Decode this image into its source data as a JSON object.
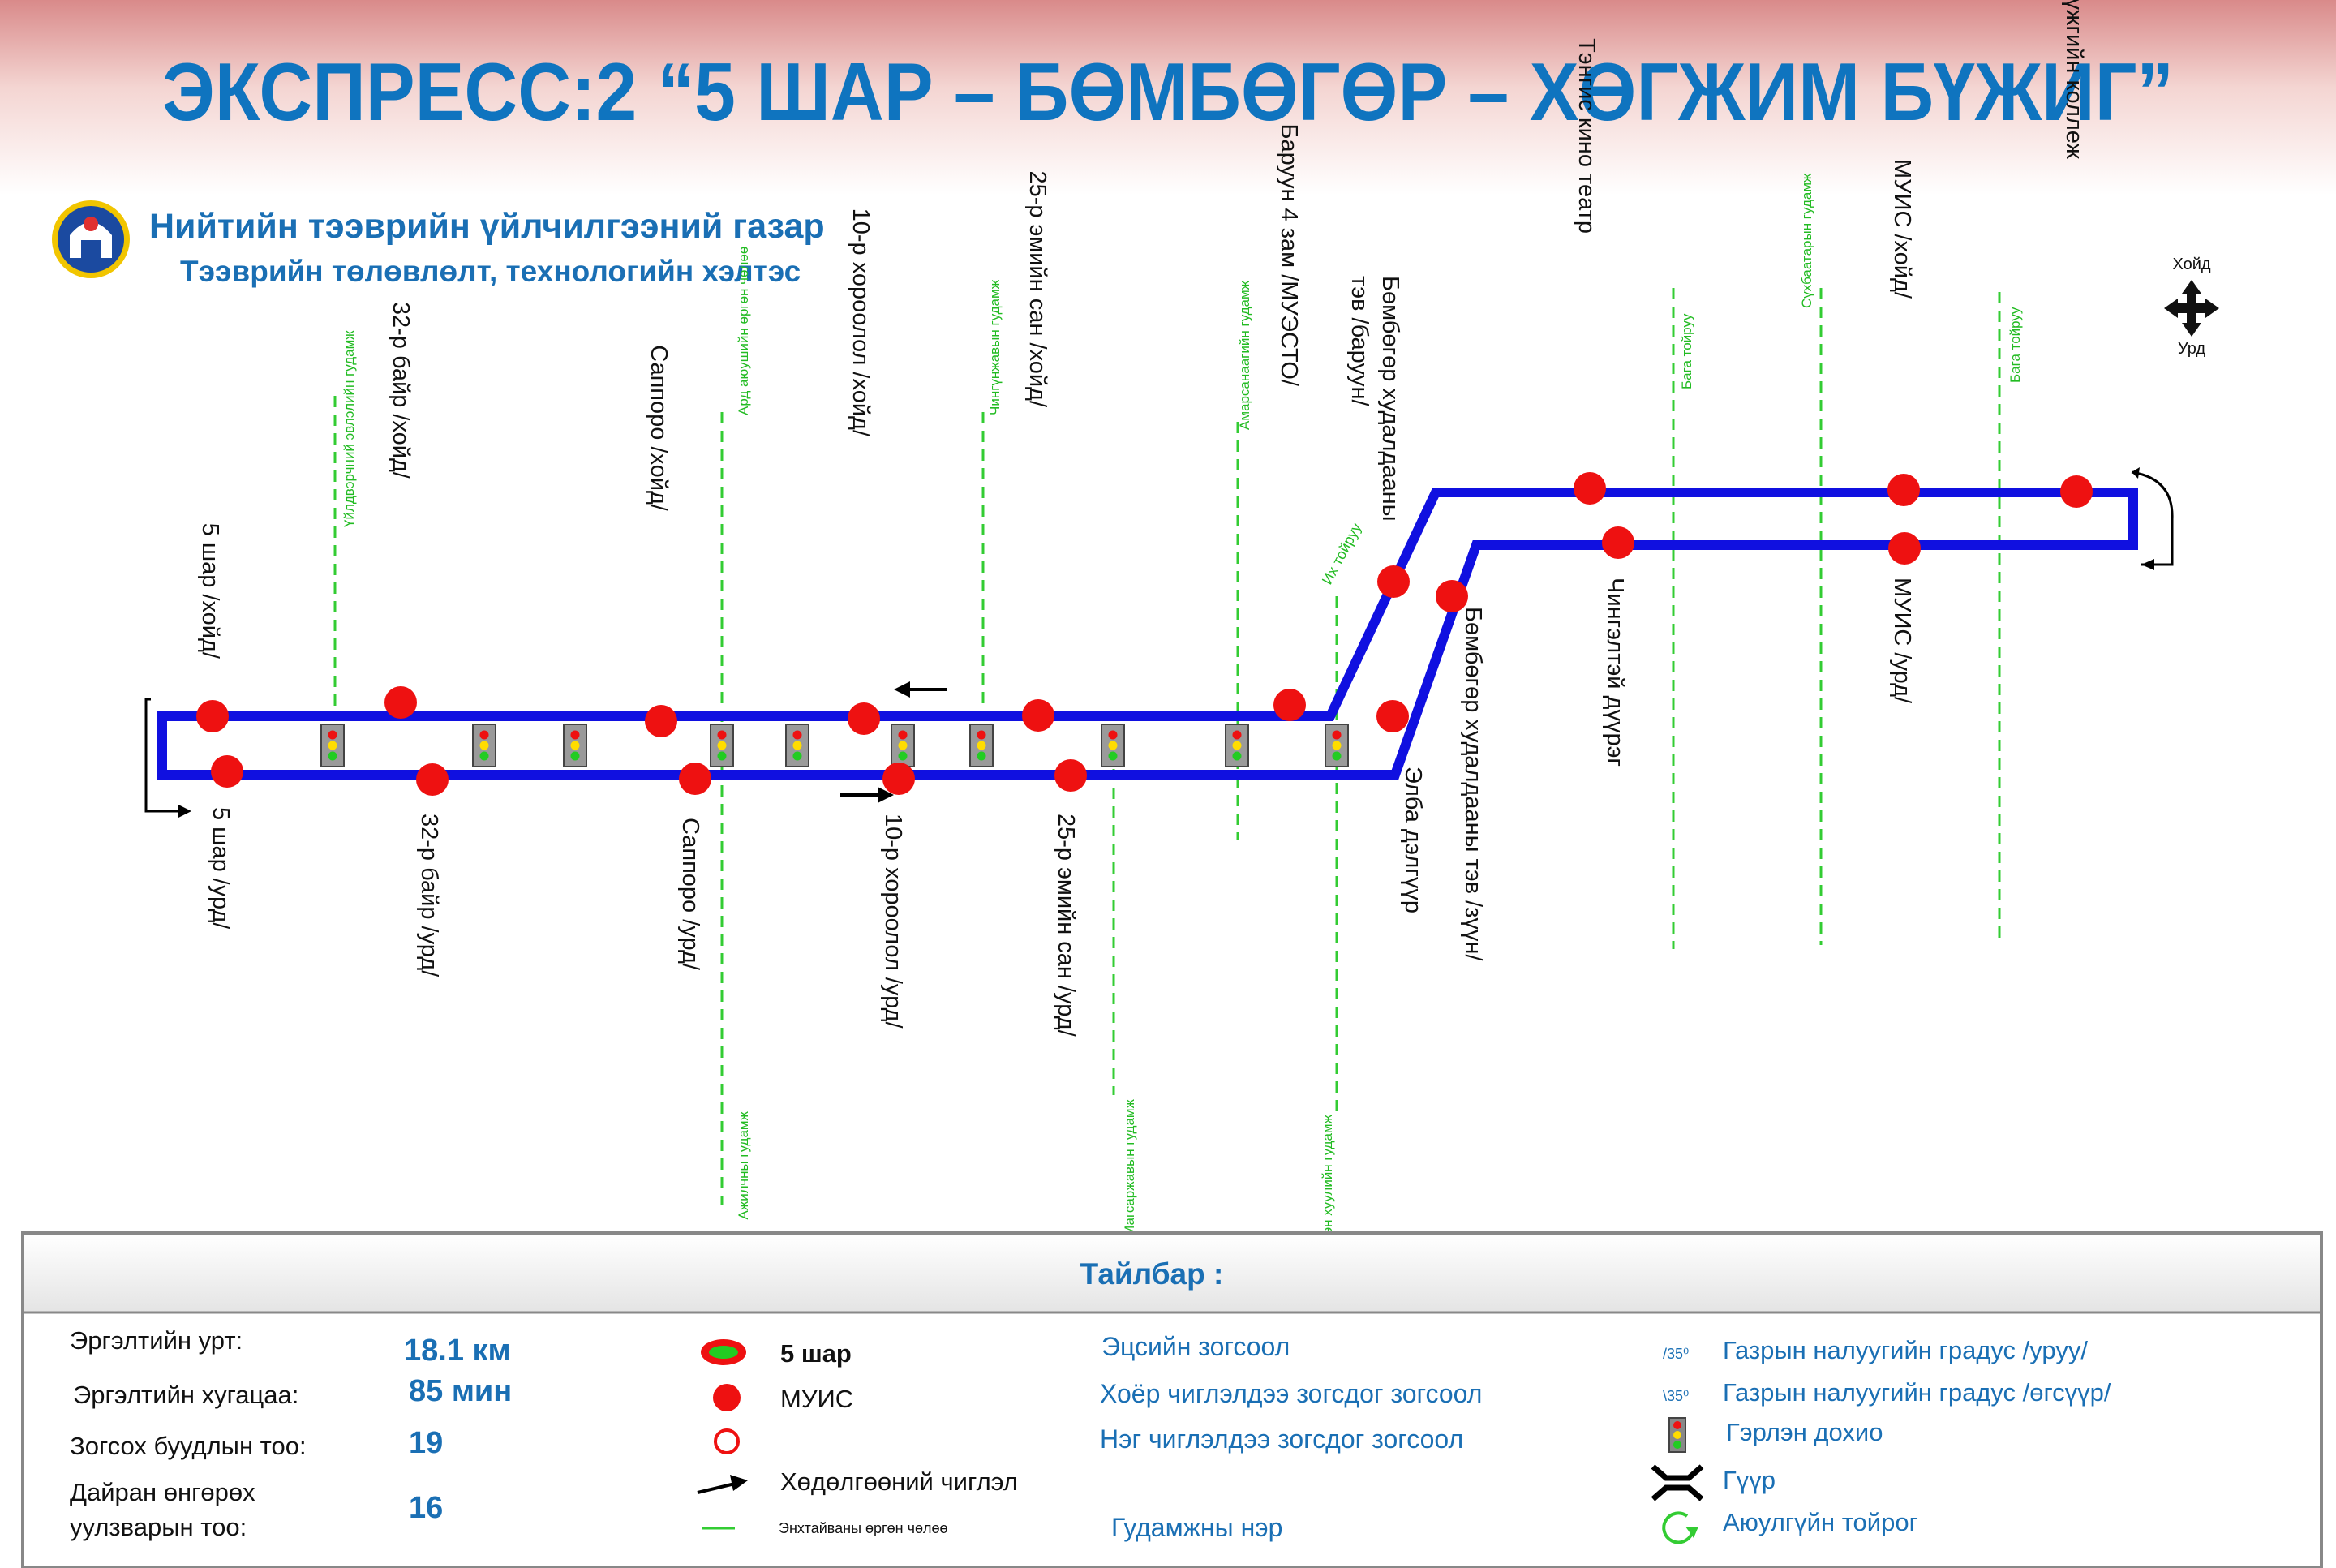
{
  "title": "ЭКСПРЕСС:2 “5 ШАР – БӨМБӨГӨР – ХӨГЖИМ БҮЖИГ”",
  "org": {
    "name": "Нийтийн тээврийн үйлчилгээний газар",
    "dept": "Тээврийн төлөвлөлт, технологийн хэлтэс"
  },
  "compass": {
    "north": "Хойд",
    "south": "Урд"
  },
  "stops_north": [
    {
      "label": "5 шар /хойд/"
    },
    {
      "label": "32-р байр /хойд/"
    },
    {
      "label": "Саппоро /хойд/"
    },
    {
      "label": "10-р хороолол /хойд/"
    },
    {
      "label": "25-р эмийн сан /хойд/"
    },
    {
      "label": "Баруун 4 зам /МУЭСТО/"
    },
    {
      "label": "Бөмбөгөр худалдааны тэв /баруун/"
    },
    {
      "label": "Тэнгис кино театр"
    },
    {
      "label": "МУИС /хойд/"
    },
    {
      "label": "Хөгжим бүжгийн коллеж"
    }
  ],
  "stops_south": [
    {
      "label": "5 шар /урд/"
    },
    {
      "label": "32-р байр /урд/"
    },
    {
      "label": "Саппоро /урд/"
    },
    {
      "label": "10-р хороолол /урд/"
    },
    {
      "label": "25-р эмийн сан /урд/"
    },
    {
      "label": "Элба дэлгүүр"
    },
    {
      "label": "Бөмбөгөр худалдааны тэв /зүүн/"
    },
    {
      "label": "Чингэлтэй дүүрэг"
    },
    {
      "label": "МУИС /урд/"
    }
  ],
  "streets": [
    "Үйлдвэрчний эвлэлийн гудамж",
    "Ард аюушийн өргөн чөлөө",
    "Ажилчны гудамж",
    "Чингүнжавын гудамж",
    "Магсаржавын гудамж",
    "Амарсанаагийн гудамж",
    "Үндсэн хуулийн гудамж",
    "Их тойруу",
    "Бага тойруу",
    "Сүхбаатарын гудамж",
    "Бага тойруу"
  ],
  "legend": {
    "title": "Тайлбар :",
    "stats": [
      {
        "label": "Эргэлтийн урт:",
        "value": "18.1 км"
      },
      {
        "label": "Эргэлтийн хугацаа:",
        "value": "85 мин"
      },
      {
        "label": "Зогсох буудлын тоо:",
        "value": "19"
      },
      {
        "label": "Дайран өнгөрөх",
        "label2": "уулзварын тоо:",
        "value": "16"
      }
    ],
    "symbols": {
      "terminal": "5 шар",
      "stop": "МУИС",
      "direction": "Хөдөлгөөний чиглэл",
      "street": "Энхтайваны өргөн чөлөө"
    },
    "stop_types": {
      "end": "Эцсийн зогсоол",
      "both": "Хоёр чиглэлдээ зогсдог зогсоол",
      "one": "Нэг чиглэлдээ зогсдог зогсоол",
      "street_name": "Гудамжны нэр"
    },
    "right": {
      "grade_label": "/35⁰",
      "grade_label2": "\\35⁰",
      "grade_down": "Газрын налуугийн градус /уруу/",
      "grade_up": "Газрын налуугийн градус /өгсүүр/",
      "signal": "Гэрлэн дохио",
      "bridge": "Гүүр",
      "roundabout": "Аюулгүйн тойрог"
    }
  },
  "colors": {
    "route": "#1010e0",
    "stop": "#ee1111",
    "street": "#33cc33",
    "title": "#0f74bf",
    "legend_text": "#1a6fb4"
  }
}
